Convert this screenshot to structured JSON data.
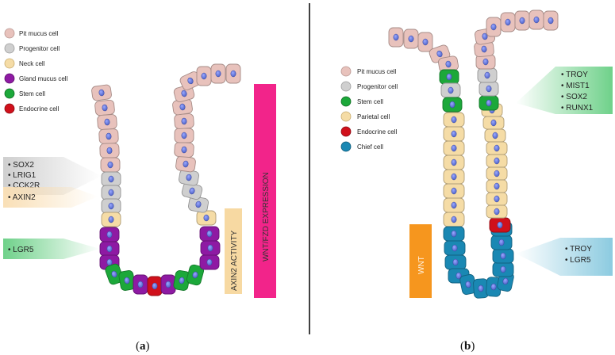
{
  "colors": {
    "pit_mucus": "#e8c2bc",
    "progenitor": "#cfcfcf",
    "neck": "#f5dca6",
    "gland_mucus": "#8e1aa3",
    "stem": "#1ca83a",
    "endocrine": "#d0101b",
    "parietal": "#f5dca6",
    "chief": "#1a88b3",
    "nucleus": "#5a6fd6",
    "wnt_fzd_bar": "#f2248a",
    "axin2_bar": "#f7d9a2",
    "wnt_bar": "#f6961e",
    "marker_grey": "#cfcfcf",
    "marker_orange": "#f9dfb6",
    "marker_green": "#6fd18a",
    "marker_blue": "#8ccbe0"
  },
  "panel_a": {
    "legend": [
      {
        "label": "Pit mucus cell",
        "color_key": "pit_mucus"
      },
      {
        "label": "Progenitor cell",
        "color_key": "progenitor"
      },
      {
        "label": "Neck cell",
        "color_key": "neck"
      },
      {
        "label": "Gland mucus cell",
        "color_key": "gland_mucus"
      },
      {
        "label": "Stem cell",
        "color_key": "stem"
      },
      {
        "label": "Endocrine cell",
        "color_key": "endocrine"
      }
    ],
    "markers": [
      {
        "lines": [
          "• SOX2",
          "• LRIG1",
          "• CCK2R"
        ],
        "color_key": "marker_grey"
      },
      {
        "lines": [
          "• AXIN2"
        ],
        "color_key": "marker_orange"
      },
      {
        "lines": [
          "• LGR5"
        ],
        "color_key": "marker_green"
      }
    ],
    "axin2_label": "AXIN2 ACTIVITY",
    "wnt_fzd_label": "WNT/FZD EXPRESSION",
    "caption": {
      "open": "(",
      "letter": "a",
      "close": ")"
    }
  },
  "panel_b": {
    "legend": [
      {
        "label": "Pit mucus cell",
        "color_key": "pit_mucus"
      },
      {
        "label": "Progenitor cell",
        "color_key": "progenitor"
      },
      {
        "label": "Stem cell",
        "color_key": "stem"
      },
      {
        "label": "Parietal cell",
        "color_key": "parietal"
      },
      {
        "label": "Endocrine cell",
        "color_key": "endocrine"
      },
      {
        "label": "Chief cell",
        "color_key": "chief"
      }
    ],
    "markers": [
      {
        "lines": [
          "• TROY",
          "• MIST1",
          "• SOX2",
          "• RUNX1"
        ],
        "color_key": "marker_green"
      },
      {
        "lines": [
          "• TROY",
          "• LGR5"
        ],
        "color_key": "marker_blue"
      }
    ],
    "wnt_label": "WNT",
    "caption": {
      "open": "(",
      "letter": "b",
      "close": ")"
    }
  }
}
